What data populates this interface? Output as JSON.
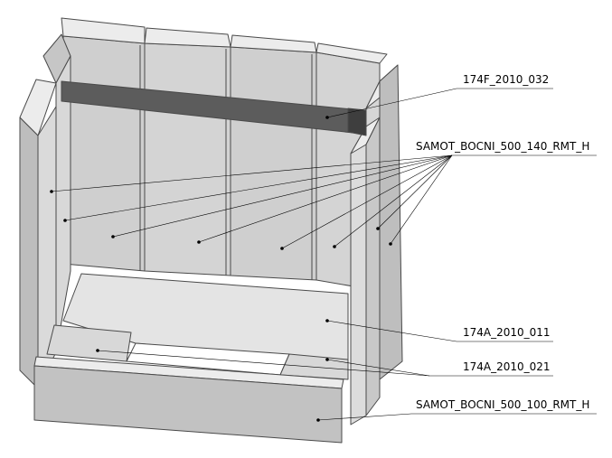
{
  "colors": {
    "brick_light": "#dcdcdc",
    "brick_mid": "#c4c4c4",
    "brick_dark": "#a6a6a6",
    "brick_top": "#ececec",
    "steel_bar": "#5c5c5c",
    "line": "#000000"
  },
  "labels": [
    {
      "id": "bar",
      "text": "174F_2010_032"
    },
    {
      "id": "side",
      "text": "SAMOT_BOCNI_500_140_RMT_H"
    },
    {
      "id": "base",
      "text": "174A_2010_011"
    },
    {
      "id": "base2",
      "text": "174A_2010_021"
    },
    {
      "id": "front",
      "text": "SAMOT_BOCNI_500_100_RMT_H"
    }
  ]
}
